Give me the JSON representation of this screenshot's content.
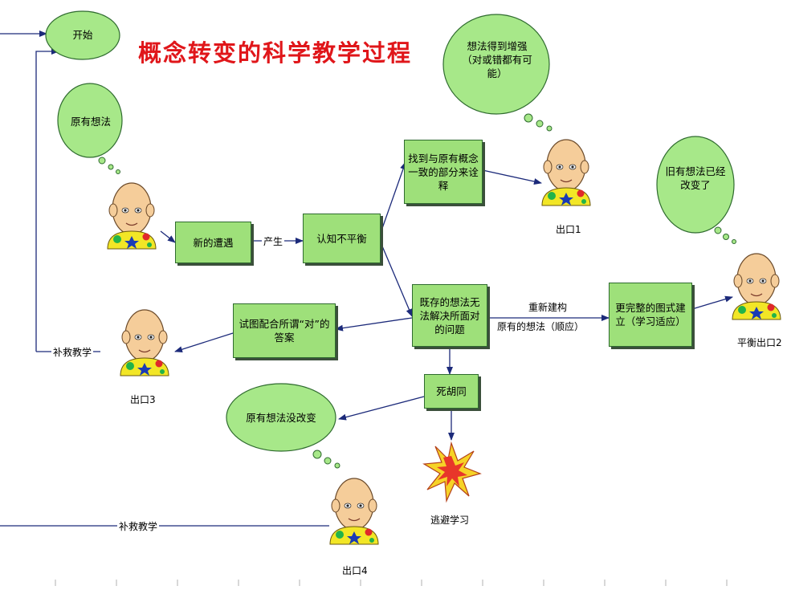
{
  "title": "概念转变的科学教学过程",
  "start": "开始",
  "clouds": {
    "original": "原有想法",
    "strengthened": "想法得到增强（对或错都有可能）",
    "changed": "旧有想法已经改变了",
    "unchanged": "原有想法没改变"
  },
  "boxes": {
    "new_encounter": "新的遭遇",
    "cognitive_imbalance": "认知不平衡",
    "find_consistent": "找到与原有概念一致的部分来诠释",
    "unresolved": "既存的想法无法解决所面对的问题",
    "fit_answer": "试图配合所谓“对”的答案",
    "complete_schema": "更完整的图式建立（学习适应）",
    "stubborn": "死胡同"
  },
  "labels": {
    "produce": "产生",
    "rebuild_1": "重新建构",
    "rebuild_2": "原有的想法（顺应）",
    "remedial_1": "补救教学",
    "remedial_2": "补救教学",
    "escape": "逃避学习"
  },
  "exits": {
    "exit1": "出口1",
    "balance_exit2": "平衡出口2",
    "exit3": "出口3",
    "exit4": "出口4"
  },
  "colors": {
    "title": "#e0161a",
    "box_fill": "#9ee07a",
    "cloud_fill": "#a7e889",
    "arrow": "#1c2a7a"
  },
  "icons": [
    "baby-face-icon",
    "explosion-icon",
    "thought-cloud-icon"
  ]
}
